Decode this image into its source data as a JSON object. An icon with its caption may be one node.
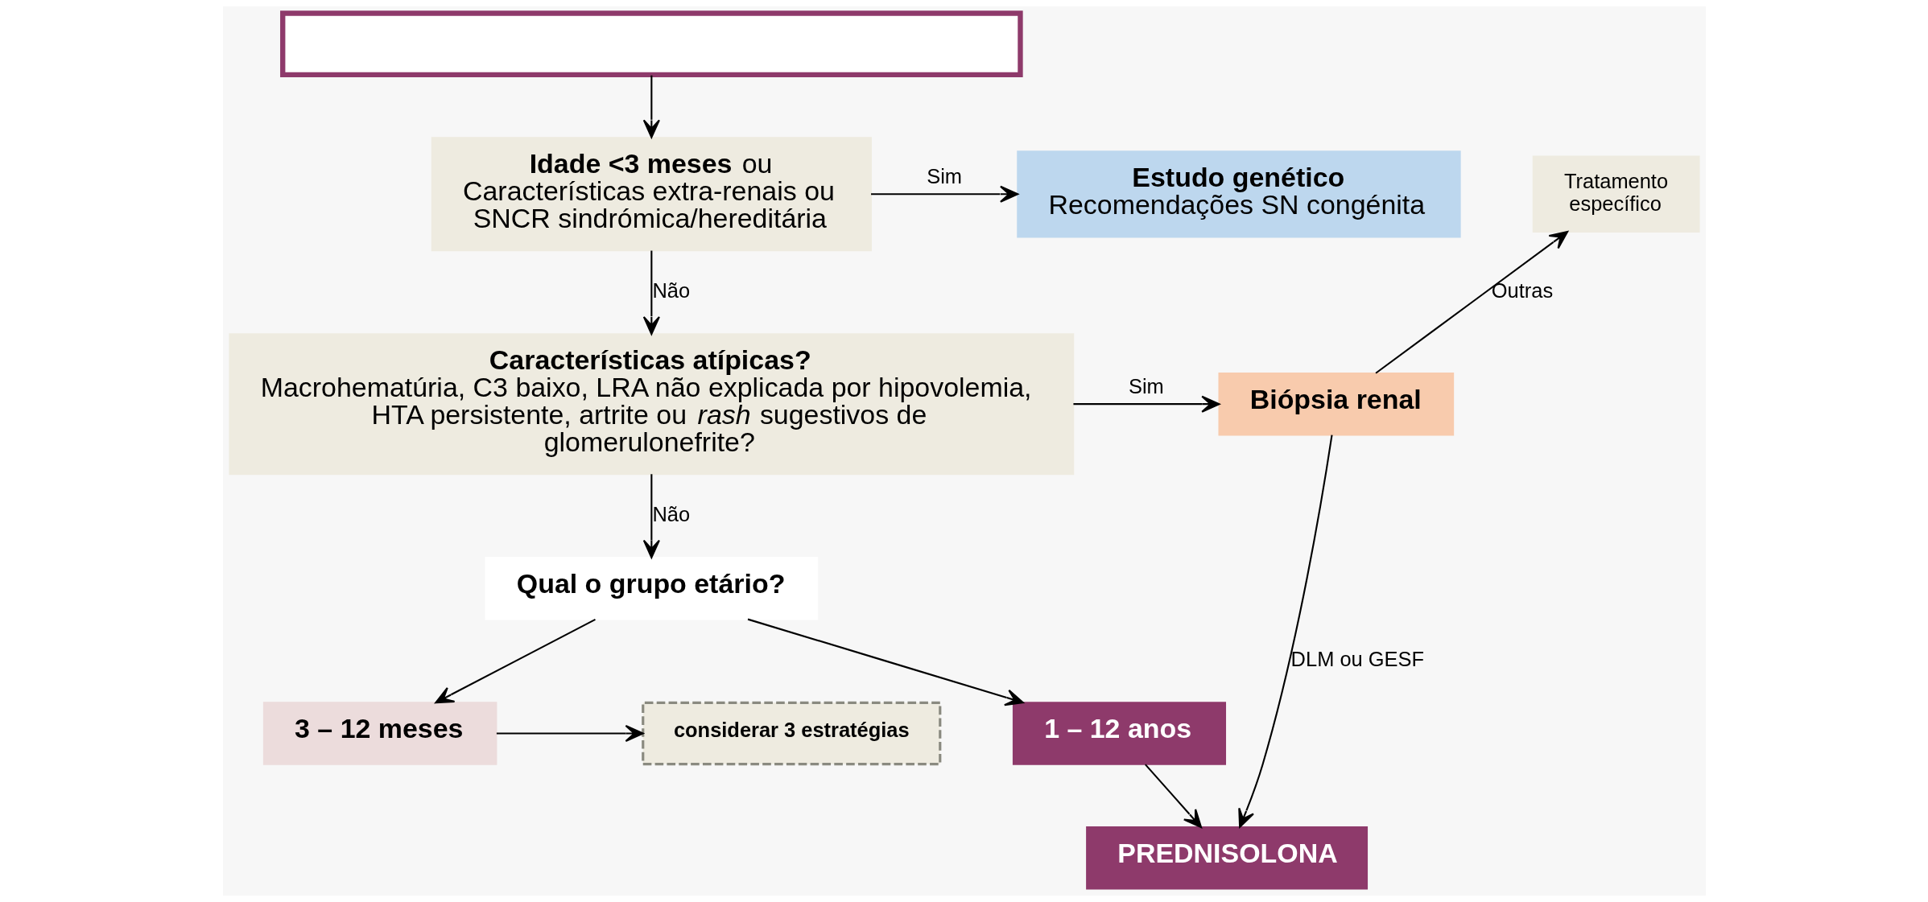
{
  "diagram": {
    "nodes": [
      {
        "text": [],
        "shape": "box"
      },
      {
        "text": [
          "**Idade <3 meses** ou Características extra-renais ou SNCR sindrómica/hereditária"
        ]
      },
      {
        "text": [
          "Estudo genético",
          "Recomendações SN congénita"
        ]
      },
      {
        "text": [
          "Características atípicas?",
          "Macrohematúria, C3 baixo, LRA não explicada por hipovolemia, HTA persistente, artrite ou *rash* sugestivos de glomerulonefrite?"
        ]
      },
      {
        "text": [
          "Biópsia renal"
        ]
      },
      {
        "text": [
          "Tratamento específico"
        ]
      },
      {
        "text": [
          "Qual o grupo etário?"
        ]
      },
      {
        "text": [
          "3 – 12 meses"
        ]
      },
      {
        "text": [
          "considerar 3 estratégias"
        ]
      },
      {
        "text": [
          "1 – 12 anos"
        ]
      },
      {
        "text": [
          "PREDNISOLONA"
        ]
      }
    ],
    "edges": [
      {
        "from": 0,
        "to": 1,
        "arrow": "to"
      },
      {
        "from": 1,
        "to": 2,
        "arrow": "to",
        "label": "Sim"
      },
      {
        "from": 1,
        "to": 3,
        "arrow": "to",
        "label": "Não"
      },
      {
        "from": 3,
        "to": 4,
        "arrow": "to",
        "label": "Sim"
      },
      {
        "from": 3,
        "to": 6,
        "arrow": "to",
        "label": "Não"
      },
      {
        "from": 4,
        "to": 5,
        "arrow": "to",
        "label": "Outras"
      },
      {
        "from": 4,
        "to": 10,
        "arrow": "to",
        "label": "DLM ou GESF"
      },
      {
        "from": 6,
        "to": 7,
        "arrow": "to"
      },
      {
        "from": 6,
        "to": 9,
        "arrow": "to"
      },
      {
        "from": 7,
        "to": 8,
        "arrow": "to"
      },
      {
        "from": 9,
        "to": 10,
        "arrow": "to"
      }
    ]
  }
}
